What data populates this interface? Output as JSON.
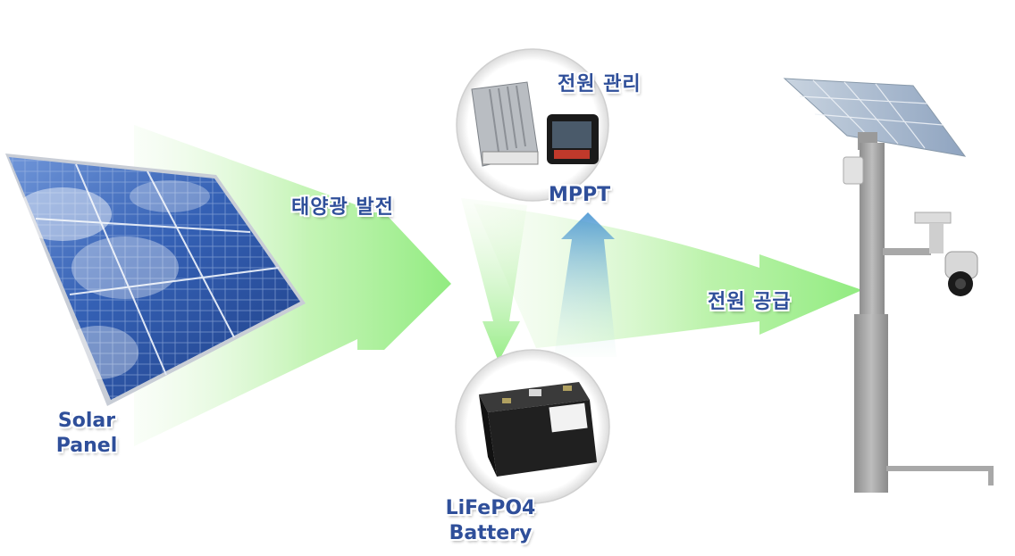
{
  "labels": {
    "solar_panel_line1": "Solar",
    "solar_panel_line2": "Panel",
    "solar_generation": "태양광 발전",
    "power_management": "전원 관리",
    "mppt": "MPPT",
    "power_supply": "전원 공급",
    "battery_line1": "LiFePO4",
    "battery_line2": "Battery"
  },
  "colors": {
    "label_text": "#2f4f9a",
    "green_arrow": "#7ee86a",
    "blue_arrow": "#3f8fd0",
    "panel_blue": "#2a4d9a",
    "pole_gray": "#9a9a9a"
  }
}
